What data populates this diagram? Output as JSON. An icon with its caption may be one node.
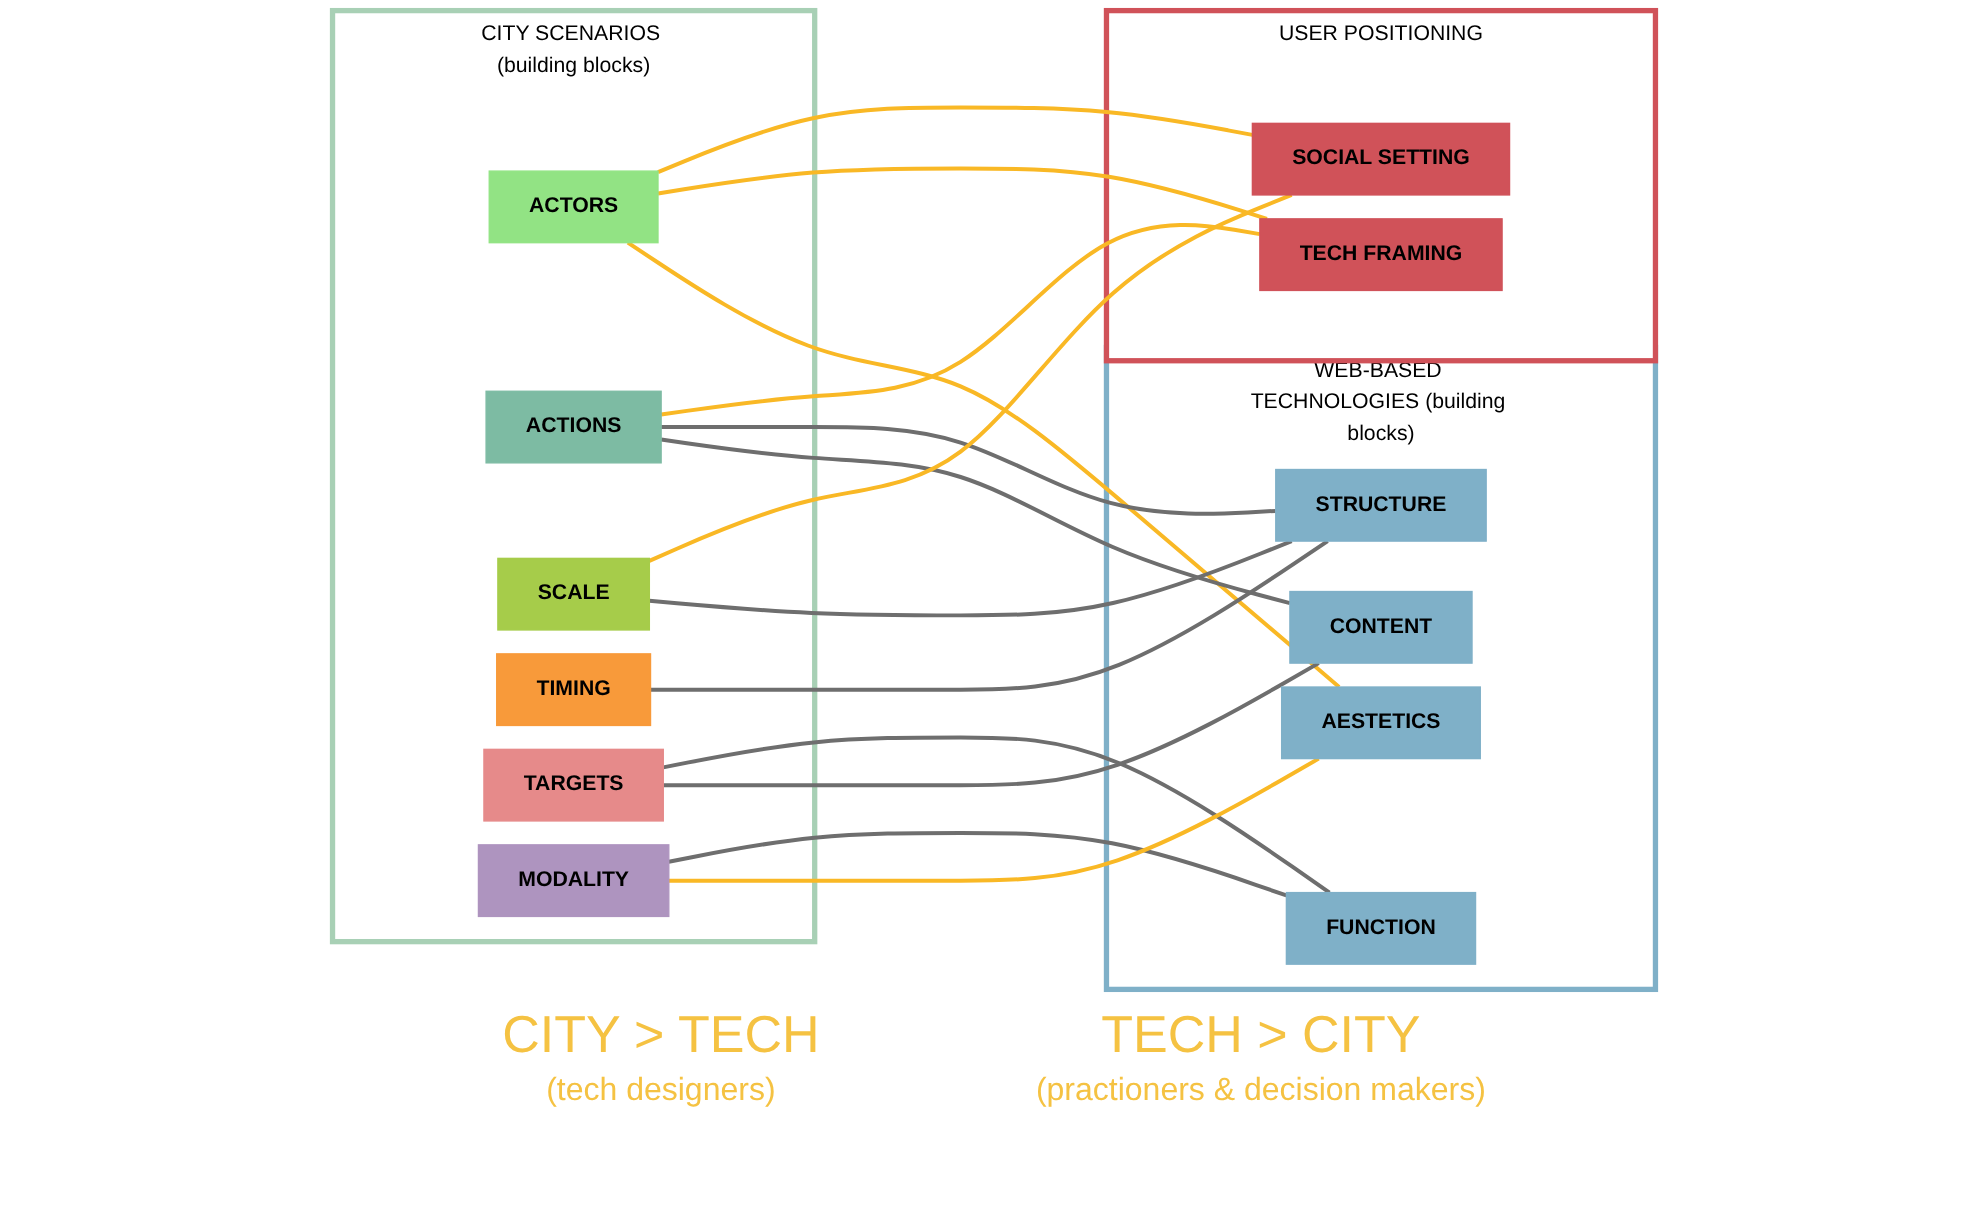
{
  "diagram": {
    "nodes": [
      {
        "text": [
          "CITY SCENARIOS (building blocks)"
        ]
      },
      {
        "text": [
          "ACTORS"
        ],
        "in": 0
      },
      {
        "text": [
          "ACTIONS"
        ],
        "in": 0
      },
      {
        "text": [
          "SCALE"
        ],
        "in": 0
      },
      {
        "text": [
          "TIMING"
        ],
        "in": 0
      },
      {
        "text": [
          "TARGETS"
        ],
        "in": 0
      },
      {
        "text": [
          "MODALITY"
        ],
        "in": 0
      },
      {
        "text": [
          "USER POSITIONING"
        ]
      },
      {
        "text": [
          "SOCIAL SETTING"
        ],
        "in": 7
      },
      {
        "text": [
          "TECH FRAMING"
        ],
        "in": 7
      },
      {
        "text": [
          "WEB-BASED TECHNOLOGIES (building blocks)"
        ]
      },
      {
        "text": [
          "STRUCTURE"
        ],
        "in": 10
      },
      {
        "text": [
          "FUNCTION"
        ],
        "in": 10
      },
      {
        "text": [
          "CONTENT"
        ],
        "in": 10
      },
      {
        "text": [
          "AESTETICS"
        ],
        "in": 10
      }
    ],
    "edges": [
      {
        "from": 1,
        "to": 8,
        "arrow": "none",
        "color": "#f9b825"
      },
      {
        "from": 1,
        "to": 9,
        "arrow": "none",
        "color": "#f9b825"
      },
      {
        "from": 1,
        "to": 14,
        "arrow": "none",
        "color": "#f9b825"
      },
      {
        "from": 2,
        "to": 9,
        "arrow": "none",
        "color": "#f9b825"
      },
      {
        "from": 2,
        "to": 11,
        "arrow": "none"
      },
      {
        "from": 2,
        "to": 13,
        "arrow": "none"
      },
      {
        "from": 3,
        "to": 8,
        "arrow": "none",
        "color": "#f9b825"
      },
      {
        "from": 3,
        "to": 11,
        "arrow": "none"
      },
      {
        "from": 4,
        "to": 11,
        "arrow": "none"
      },
      {
        "from": 5,
        "to": 12,
        "arrow": "none"
      },
      {
        "from": 5,
        "to": 13,
        "arrow": "none"
      },
      {
        "from": 6,
        "to": 12,
        "arrow": "none"
      },
      {
        "from": 6,
        "to": 14,
        "arrow": "none",
        "color": "#f9b825"
      }
    ],
    "labels": [
      "CITY > TECH",
      "(tech designers)",
      "TECH > CITY",
      "(practioners & decision makers)"
    ]
  }
}
